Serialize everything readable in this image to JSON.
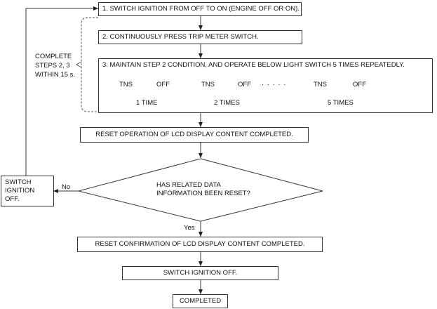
{
  "steps": {
    "step1": "1. SWITCH IGNITION FROM OFF TO ON (ENGINE OFF OR ON).",
    "step2": "2. CONTINUOUSLY PRESS TRIP METER SWITCH.",
    "step3": "3. MAINTAIN STEP 2 CONDITION, AND OPERATE BELOW LIGHT SWITCH 5 TIMES REPEATEDLY.",
    "reset_op": "RESET OPERATION OF LCD DISPLAY CONTENT COMPLETED.",
    "decision_line1": "HAS RELATED DATA",
    "decision_line2": "INFORMATION BEEN RESET?",
    "reset_confirm": "RESET CONFIRMATION OF LCD DISPLAY CONTENT COMPLETED.",
    "ignition_off": "SWITCH IGNITION OFF.",
    "completed": "COMPLETED"
  },
  "side_note": {
    "line1": "COMPLETE",
    "line2": "STEPS 2, 3",
    "line3": "WITHIN 15 s."
  },
  "switch_box": {
    "line1": "SWITCH",
    "line2": "IGNITION",
    "line3": "OFF."
  },
  "branches": {
    "no": "No",
    "yes": "Yes"
  },
  "sequence": {
    "tns": "TNS",
    "off": "OFF",
    "dots": "· · · · ·",
    "time1": "1 TIME",
    "time2": "2 TIMES",
    "time5": "5 TIMES"
  }
}
